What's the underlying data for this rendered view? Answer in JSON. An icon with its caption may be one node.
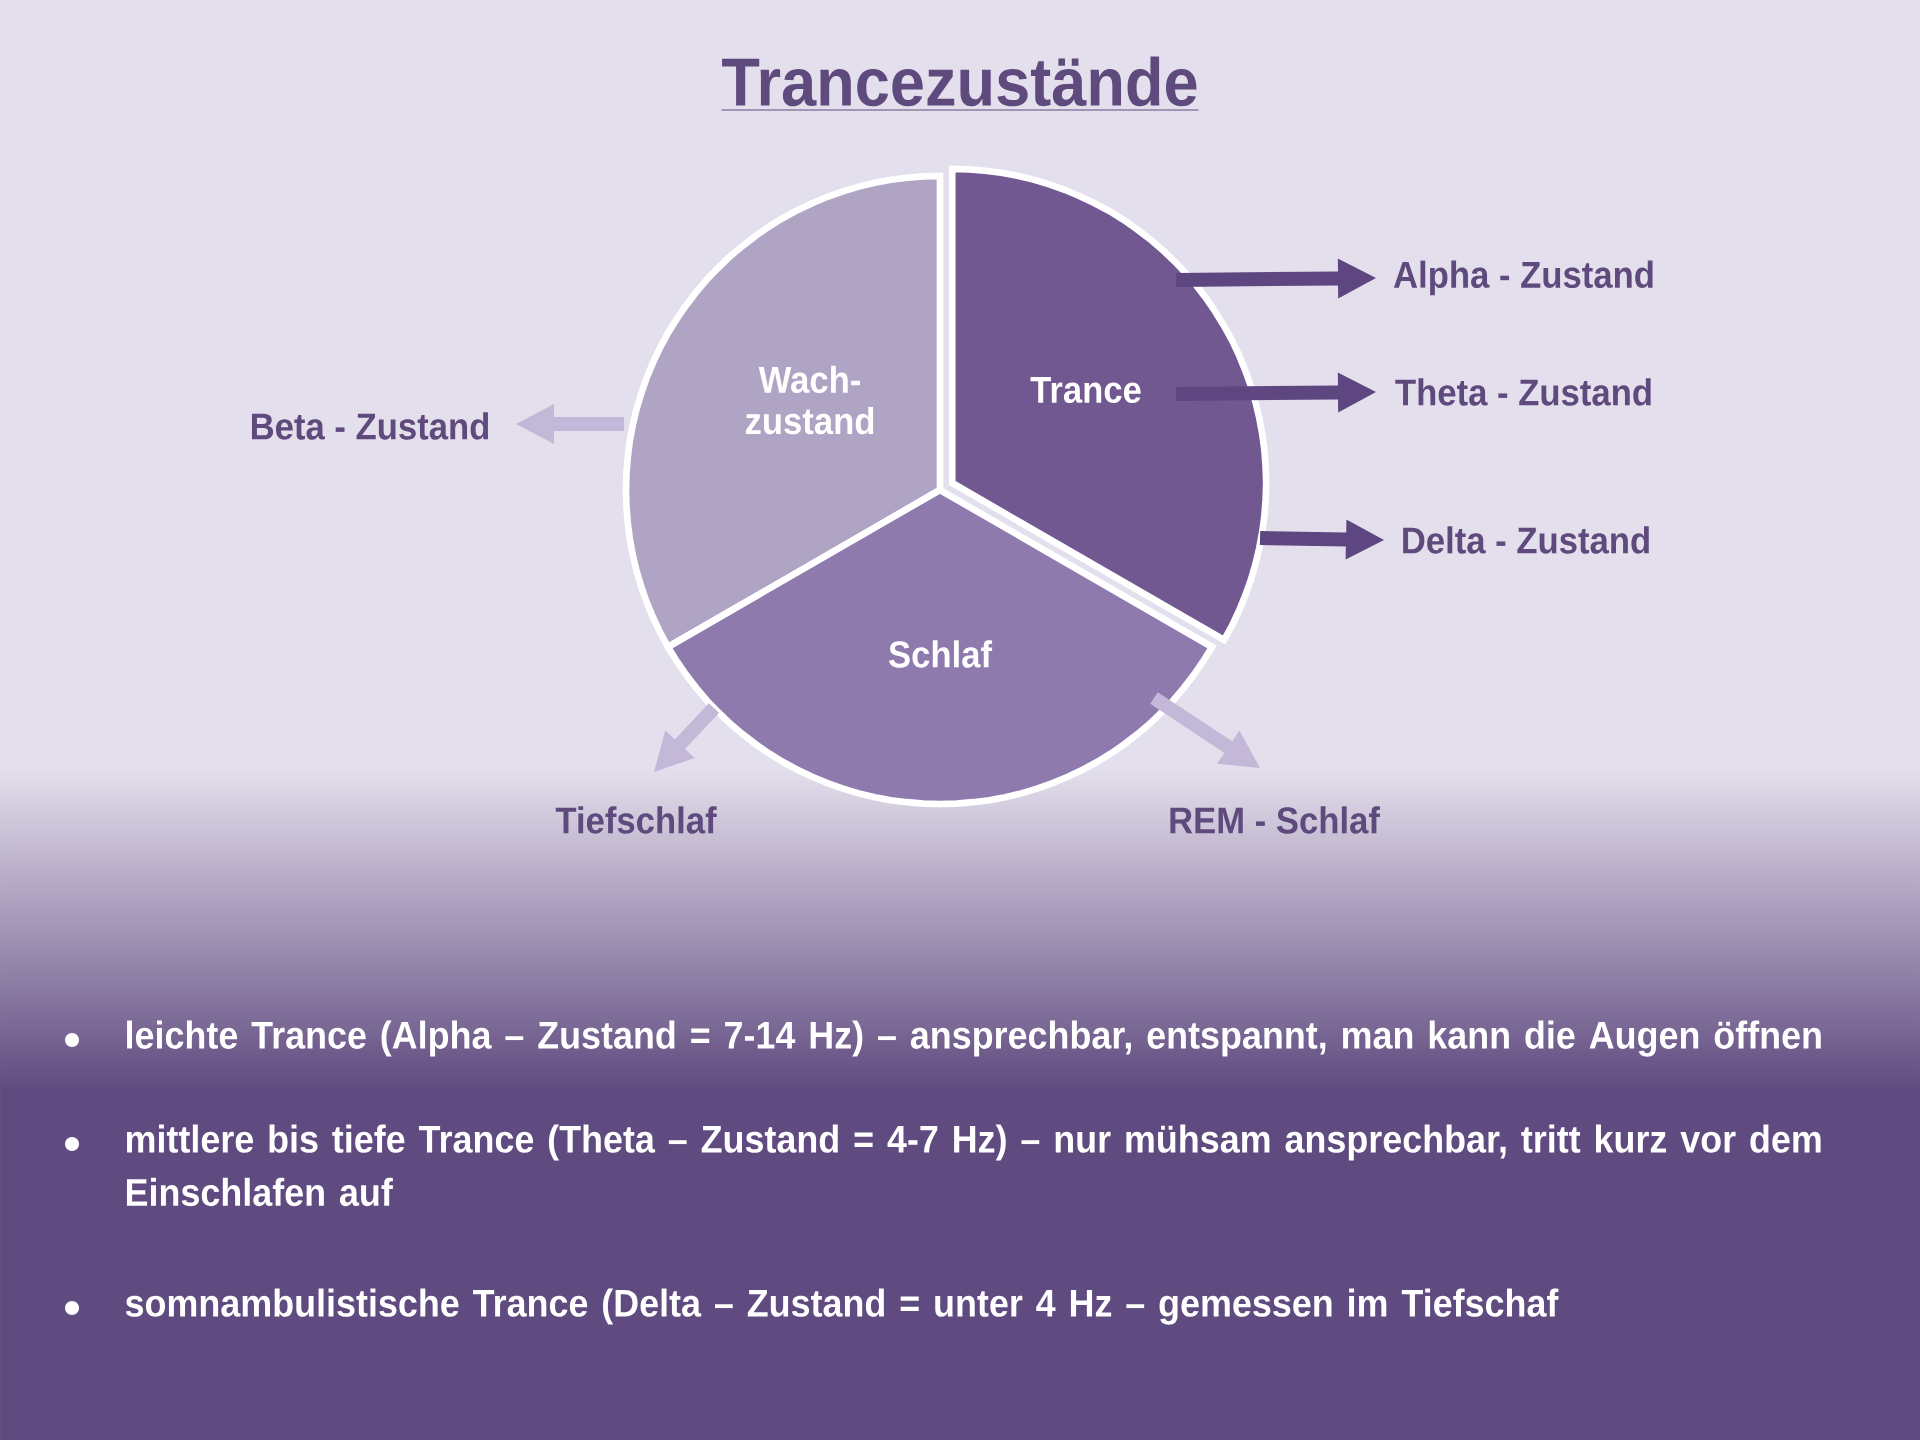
{
  "diagram": {
    "title": "Trancezustände",
    "nodes": [
      {
        "text": [
          "Wach- zustand"
        ]
      },
      {
        "text": [
          "Trance"
        ]
      },
      {
        "text": [
          "Schlaf"
        ]
      },
      {
        "text": [
          "Beta - Zustand"
        ]
      },
      {
        "text": [
          "Alpha - Zustand"
        ]
      },
      {
        "text": [
          "Theta - Zustand"
        ]
      },
      {
        "text": [
          "Delta - Zustand"
        ]
      },
      {
        "text": [
          "Tiefschlaf"
        ]
      },
      {
        "text": [
          "REM - Schlaf"
        ]
      }
    ],
    "edges": [
      {
        "from": 0,
        "to": 3,
        "arrow": "to",
        "style": "thick",
        "color": "#c3b8d8"
      },
      {
        "from": 1,
        "to": 4,
        "arrow": "to",
        "style": "thick"
      },
      {
        "from": 1,
        "to": 5,
        "arrow": "to",
        "style": "thick"
      },
      {
        "from": 1,
        "to": 6,
        "arrow": "to",
        "style": "thick"
      },
      {
        "from": 2,
        "to": 7,
        "arrow": "to",
        "style": "thick",
        "color": "#c3b8d8"
      },
      {
        "from": 2,
        "to": 8,
        "arrow": "to",
        "style": "thick",
        "color": "#c3b8d8"
      }
    ],
    "labels": [
      "leichte Trance (Alpha – Zustand = 7-14 Hz) – ansprechbar, entspannt, man kann die Augen öffnen",
      "mittlere bis tiefe Trance (Theta – Zustand = 4-7 Hz) – nur mühsam ansprechbar, tritt kurz vor dem Einschlafen auf",
      "somnambulistische Trance (Delta – Zustand = unter 4 Hz – gemessen im Tiefschaf"
    ]
  }
}
